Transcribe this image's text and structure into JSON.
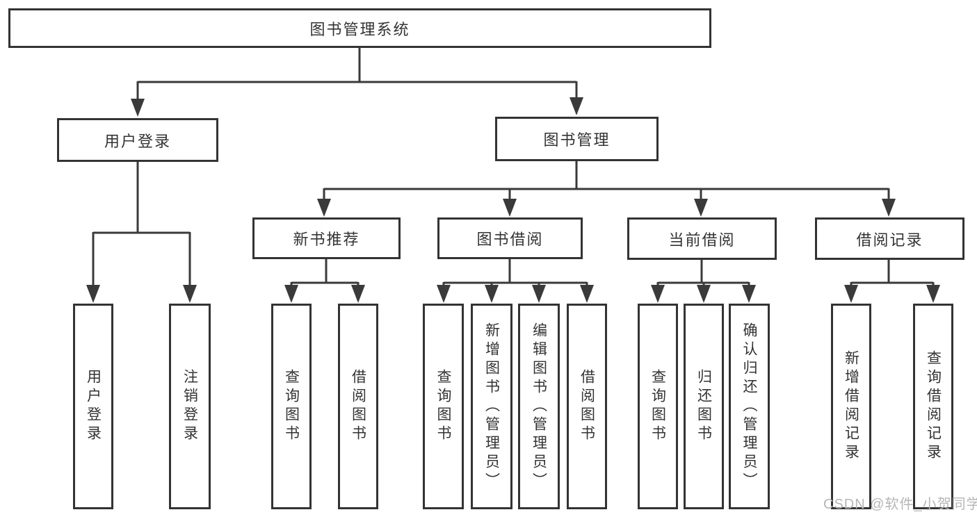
{
  "tree": {
    "root": {
      "label": "图书管理系统",
      "children": [
        {
          "label": "用户登录",
          "children": [
            {
              "label": "用户登录"
            },
            {
              "label": "注销登录"
            }
          ]
        },
        {
          "label": "图书管理",
          "children": [
            {
              "label": "新书推荐",
              "children": [
                {
                  "label": "查询图书"
                },
                {
                  "label": "借阅图书"
                }
              ]
            },
            {
              "label": "图书借阅",
              "children": [
                {
                  "label": "查询图书"
                },
                {
                  "label": "新增图书（管理员）"
                },
                {
                  "label": "编辑图书（管理员）"
                },
                {
                  "label": "借阅图书"
                }
              ]
            },
            {
              "label": "当前借阅",
              "children": [
                {
                  "label": "查询图书"
                },
                {
                  "label": "归还图书"
                },
                {
                  "label": "确认归还（管理员）"
                }
              ]
            },
            {
              "label": "借阅记录",
              "children": [
                {
                  "label": "新增借阅记录"
                },
                {
                  "label": "查询借阅记录"
                }
              ]
            }
          ]
        }
      ]
    }
  },
  "watermark": {
    "text": "CSDN @软件_小贺同学"
  },
  "colors": {
    "line": "#3a3a3a",
    "box_border": "#333333",
    "text": "#333333",
    "background": "#ffffff",
    "watermark": "#b6b6b6"
  }
}
